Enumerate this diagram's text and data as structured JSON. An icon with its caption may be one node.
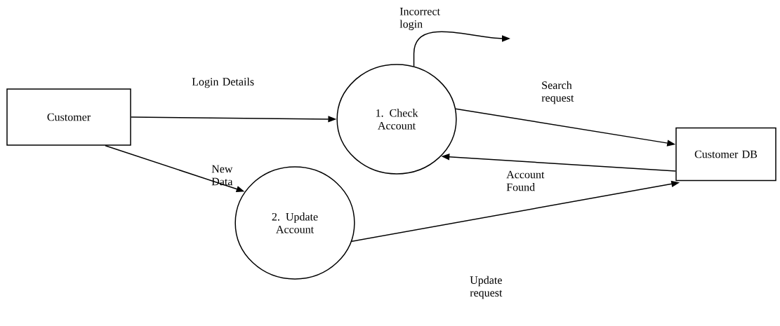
{
  "diagram": {
    "nodes": [
      {
        "text": [
          "Customer"
        ]
      },
      {
        "text": [
          "1. Check Account"
        ]
      },
      {
        "text": [
          "Customer DB"
        ]
      },
      {
        "text": [
          "2. Update Account"
        ]
      }
    ],
    "edges": [
      {
        "from": 0,
        "to": 1,
        "arrow": "to",
        "label": "Login Details"
      },
      {
        "from": 1,
        "to": 2,
        "arrow": "to",
        "label": "Search request"
      },
      {
        "from": 2,
        "to": 1,
        "arrow": "to",
        "label": "Account Found"
      },
      {
        "from": 0,
        "to": 3,
        "arrow": "to",
        "label": "New Data"
      },
      {
        "from": 3,
        "to": 2,
        "arrow": "to",
        "label": "Update request"
      },
      {
        "from": 1,
        "to": null,
        "arrow": "to",
        "label": "Incorrect login"
      }
    ]
  }
}
